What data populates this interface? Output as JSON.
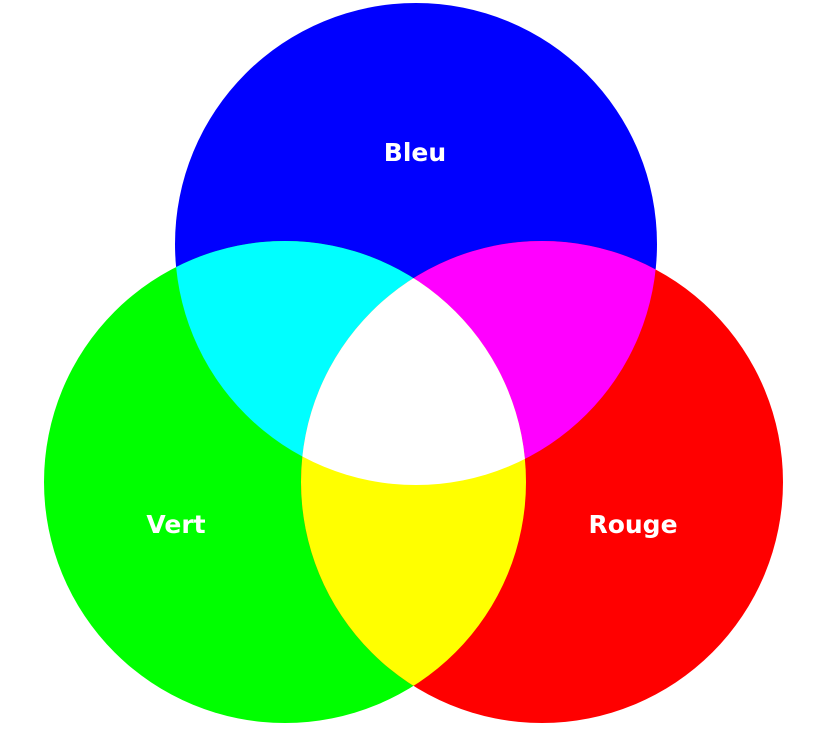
{
  "diagram": {
    "labels": {
      "blue": "Bleu",
      "green": "Vert",
      "red": "Rouge"
    },
    "colors": {
      "blue": "#0000ff",
      "green": "#00ff00",
      "red": "#ff0000",
      "cyan": "#00ffff",
      "magenta": "#ff00ff",
      "yellow": "#ffff00",
      "white": "#ffffff",
      "label_text": "#ffffff"
    }
  }
}
